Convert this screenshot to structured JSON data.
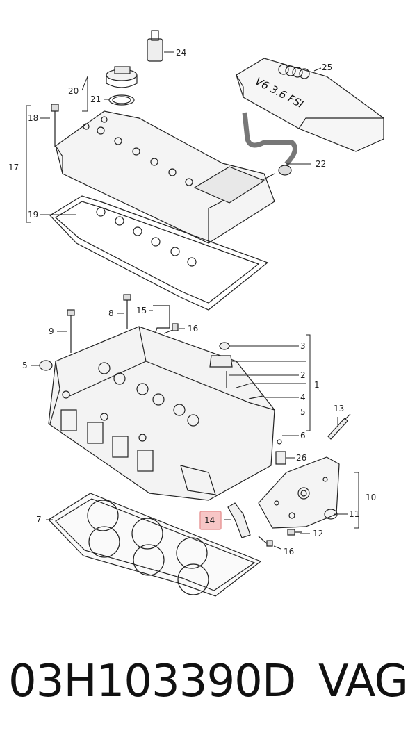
{
  "diagram": {
    "callouts": {
      "c1": "1",
      "c2": "2",
      "c3": "3",
      "c4": "4",
      "c5a": "5",
      "c5b": "5",
      "c6": "6",
      "c7": "7",
      "c8": "8",
      "c9": "9",
      "c10": "10",
      "c11": "11",
      "c12": "12",
      "c13": "13",
      "c14": "14",
      "c15": "15",
      "c16a": "16",
      "c16b": "16",
      "c17": "17",
      "c18": "18",
      "c19": "19",
      "c20": "20",
      "c21": "21",
      "c22": "22",
      "c24": "24",
      "c25": "25",
      "c26": "26"
    },
    "engine_cover_text": "V6 3.6 FSI",
    "highlighted_callout": "14",
    "highlight_color": "#f7c6c6",
    "highlight_border": "#e89a9a"
  },
  "footer": {
    "part_number": "03H103390D",
    "brand": "VAG"
  }
}
